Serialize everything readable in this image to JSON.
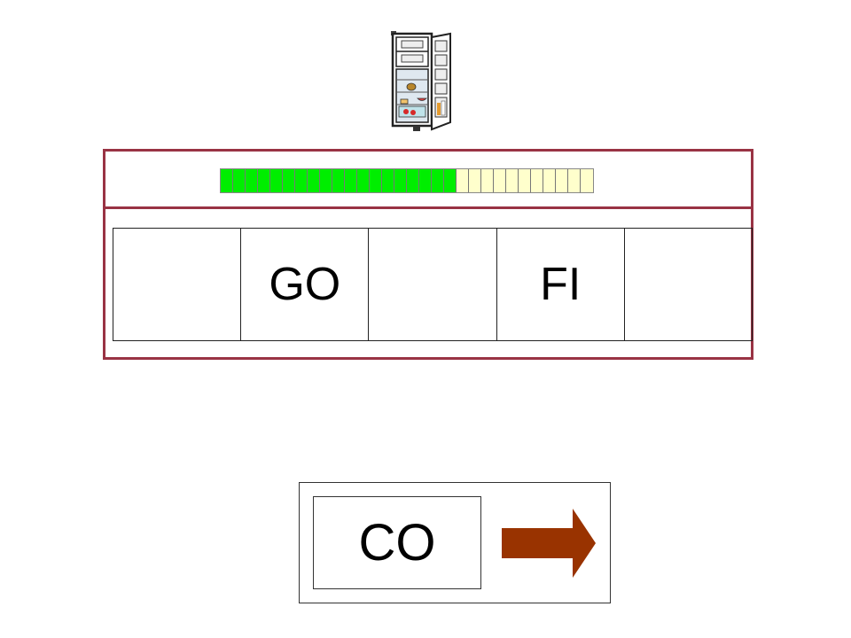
{
  "header": {
    "image_icon": "refrigerator-icon"
  },
  "progress": {
    "total_segments": 30,
    "filled_segments": 19,
    "filled_color": "#00ee00",
    "empty_color": "#ffffcc"
  },
  "word_slots": [
    "",
    "GO",
    "",
    "FI",
    ""
  ],
  "choice": {
    "card_text": "CO",
    "next_icon": "right-arrow-icon",
    "arrow_color": "#993300"
  },
  "colors": {
    "panel_border": "#993344"
  }
}
